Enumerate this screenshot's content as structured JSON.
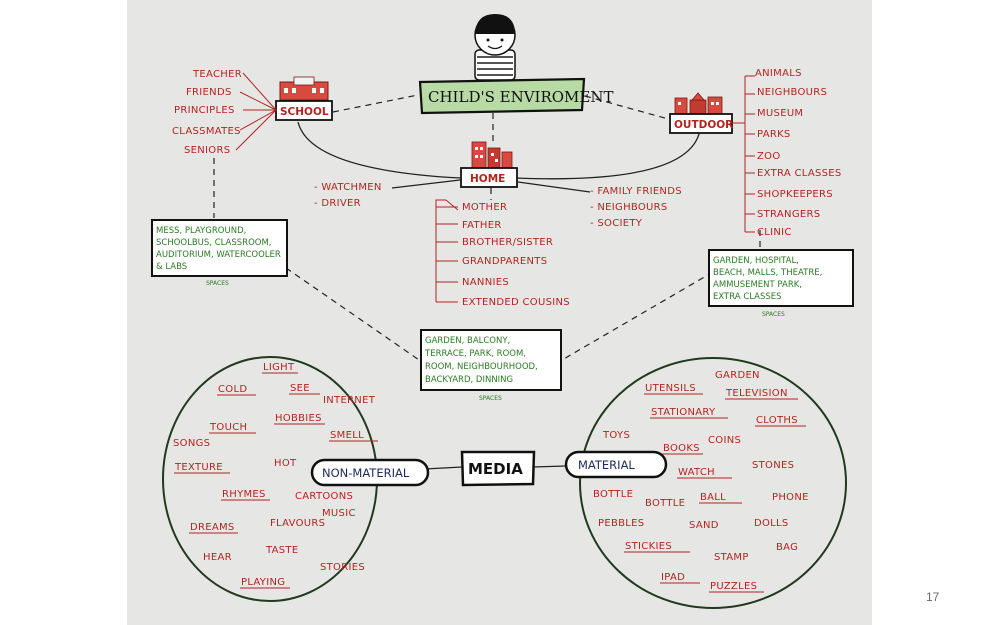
{
  "center": {
    "title": "CHILD'S ENVIROMENT"
  },
  "school": {
    "label": "SCHOOL",
    "items": [
      "TEACHER",
      "FRIENDS",
      "PRINCIPLES",
      "CLASSMATES",
      "SENIORS"
    ],
    "spaces": [
      "MESS, PLAYGROUND,",
      "SCHOOLBUS, CLASSROOM,",
      "AUDITORIUM, WATERCOOLER",
      "& LABS"
    ],
    "spaces_tag": "SPACES"
  },
  "home": {
    "label": "HOME",
    "left_items": [
      "- WATCHMEN",
      "- DRIVER"
    ],
    "right_items": [
      "- FAMILY FRIENDS",
      "- NEIGHBOURS",
      "- SOCIETY"
    ],
    "items": [
      "MOTHER",
      "FATHER",
      "BROTHER/SISTER",
      "GRANDPARENTS",
      "NANNIES",
      "EXTENDED COUSINS"
    ],
    "spaces": [
      "GARDEN, BALCONY,",
      "TERRACE, PARK, ROOM,",
      "ROOM, NEIGHBOURHOOD,",
      "BACKYARD, DINNING"
    ],
    "spaces_tag": "SPACES"
  },
  "outdoor": {
    "label": "OUTDOOR",
    "items": [
      "ANIMALS",
      "NEIGHBOURS",
      "MUSEUM",
      "PARKS",
      "ZOO",
      "EXTRA CLASSES",
      "SHOPKEEPERS",
      "STRANGERS",
      "CLINIC"
    ],
    "spaces": [
      "GARDEN, HOSPITAL,",
      "BEACH, MALLS, THEATRE,",
      "AMMUSEMENT PARK,",
      "EXTRA CLASSES"
    ],
    "spaces_tag": "SPACES"
  },
  "media": {
    "label": "MEDIA",
    "non_material_label": "NON-MATERIAL",
    "material_label": "MATERIAL",
    "non_material_words": [
      "LIGHT",
      "COLD",
      "SEE",
      "INTERNET",
      "TOUCH",
      "HOBBIES",
      "SMELL",
      "SONGS",
      "TEXTURE",
      "HOT",
      "RHYMES",
      "CARTOONS",
      "DREAMS",
      "FLAVOURS",
      "MUSIC",
      "HEAR",
      "TASTE",
      "STORIES",
      "PLAYING"
    ],
    "material_words": [
      "GARDEN",
      "UTENSILS",
      "TELEVISION",
      "STATIONARY",
      "CLOTHS",
      "TOYS",
      "BOOKS",
      "COINS",
      "WATCH",
      "STONES",
      "BOTTLE",
      "BOTTLE",
      "BALL",
      "PHONE",
      "PEBBLES",
      "SAND",
      "DOLLS",
      "STICKIES",
      "STAMP",
      "BAG",
      "IPAD",
      "PUZZLES"
    ]
  },
  "page_number": "17",
  "colors": {
    "red": "#b3241f",
    "green": "#2a7a22",
    "box_fill": "#d9ead2",
    "paper": "#e6e6e5"
  }
}
